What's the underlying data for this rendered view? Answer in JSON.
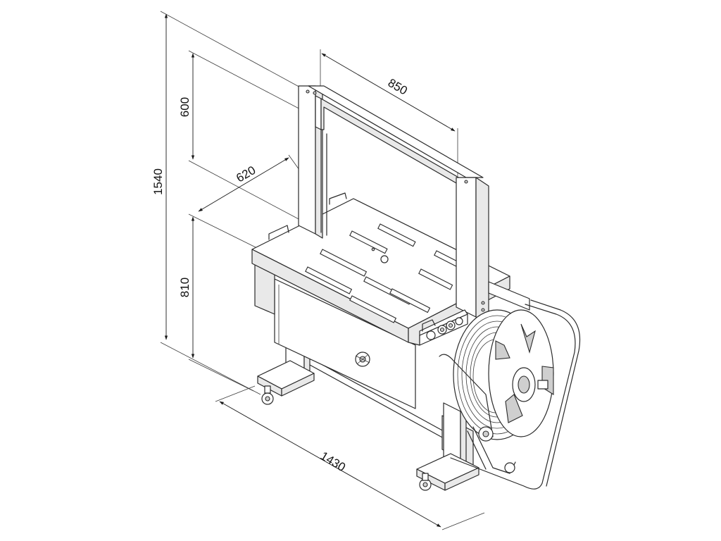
{
  "dimensions": {
    "overall_height": "1540",
    "arch_opening_height": "600",
    "arch_opening_width": "850",
    "table_depth": "620",
    "table_height": "810",
    "overall_length": "1430"
  }
}
